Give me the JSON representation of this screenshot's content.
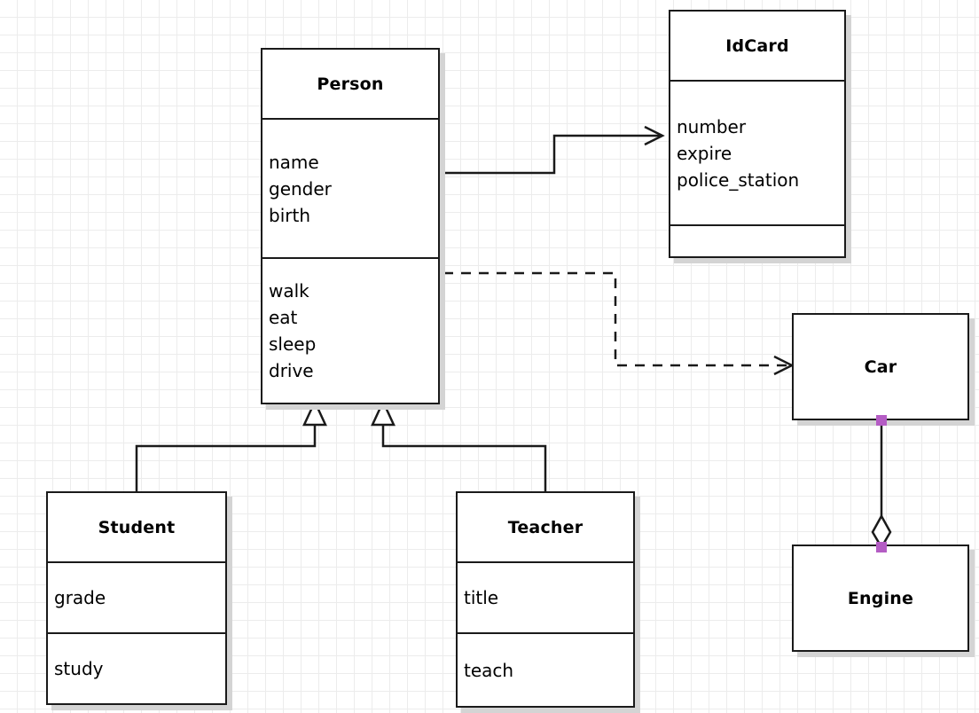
{
  "diagram": {
    "type": "uml-class-diagram",
    "background": "#ffffff",
    "grid_color": "#ececec",
    "line_color": "#1a1a1a",
    "shadow_color": "#d4d4d4",
    "selection_handle_color": "#b45cc4"
  },
  "classes": {
    "person": {
      "name": "Person",
      "attributes": [
        "name",
        "gender",
        "birth"
      ],
      "methods": [
        "walk",
        "eat",
        "sleep",
        "drive"
      ]
    },
    "idcard": {
      "name": "IdCard",
      "attributes": [
        "number",
        "expire",
        "police_station"
      ],
      "methods": []
    },
    "student": {
      "name": "Student",
      "attributes": [
        "grade"
      ],
      "methods": [
        "study"
      ]
    },
    "teacher": {
      "name": "Teacher",
      "attributes": [
        "title"
      ],
      "methods": [
        "teach"
      ]
    },
    "car": {
      "name": "Car"
    },
    "engine": {
      "name": "Engine"
    }
  },
  "relationships": [
    {
      "id": "person-idcard",
      "kind": "association",
      "line": "solid",
      "arrowhead": "open",
      "from": "Person",
      "to": "IdCard"
    },
    {
      "id": "person-car",
      "kind": "dependency",
      "line": "dashed",
      "arrowhead": "open",
      "from": "Person",
      "to": "Car"
    },
    {
      "id": "student-person",
      "kind": "generalization",
      "line": "solid",
      "arrowhead": "hollow-triangle",
      "from": "Student",
      "to": "Person"
    },
    {
      "id": "teacher-person",
      "kind": "generalization",
      "line": "solid",
      "arrowhead": "hollow-triangle",
      "from": "Teacher",
      "to": "Person"
    },
    {
      "id": "car-engine",
      "kind": "aggregation",
      "line": "solid",
      "arrowhead": "hollow-diamond",
      "from": "Car",
      "to": "Engine",
      "selected": true
    }
  ]
}
